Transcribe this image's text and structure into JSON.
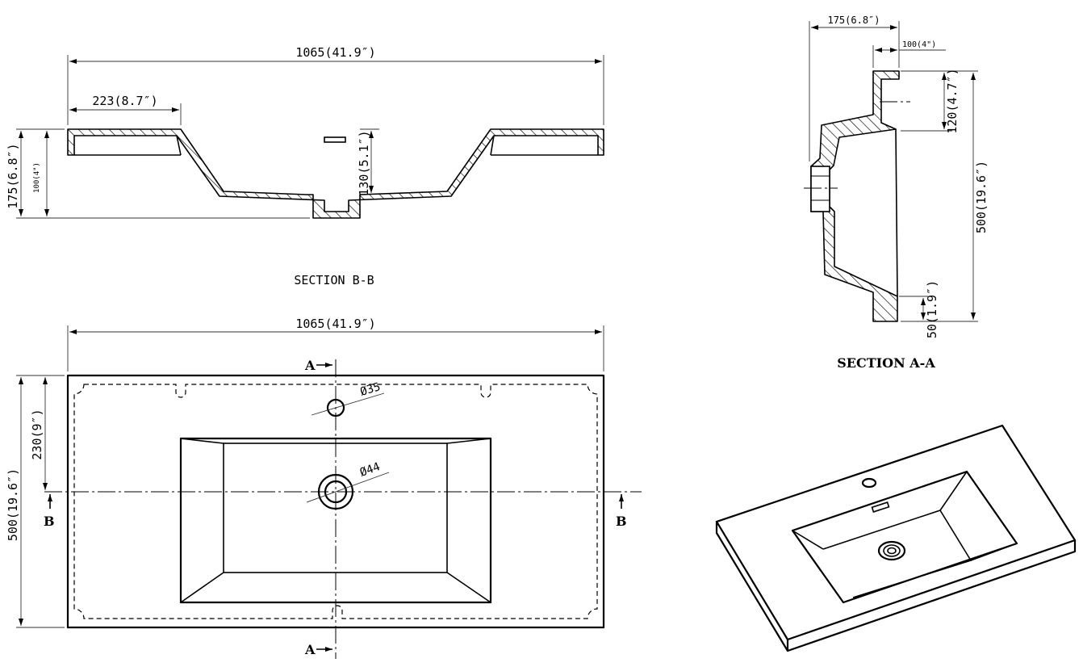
{
  "section_bb": {
    "title": "SECTION B-B",
    "overall_width": "1065(41.9″)",
    "ledge_width": "223(8.7″)",
    "total_height": "175(6.8″)",
    "rim_height": "100(4\")",
    "basin_depth": "130(5.1″)"
  },
  "plan_view": {
    "overall_width": "1065(41.9″)",
    "overall_depth": "500(19.6″)",
    "center_offset": "230(9″)",
    "tap_hole": "Ø35",
    "drain_hole": "Ø44",
    "cut_a_top": "A",
    "cut_a_bottom": "A",
    "cut_b_left": "B",
    "cut_b_right": "B"
  },
  "section_aa": {
    "title": "SECTION A-A",
    "total_height": "175(6.8″)",
    "rim_height": "100(4\")",
    "back_wall": "120(4.7″)",
    "overall_depth": "500(19.6″)",
    "front_lip": "50(1.9″)"
  }
}
